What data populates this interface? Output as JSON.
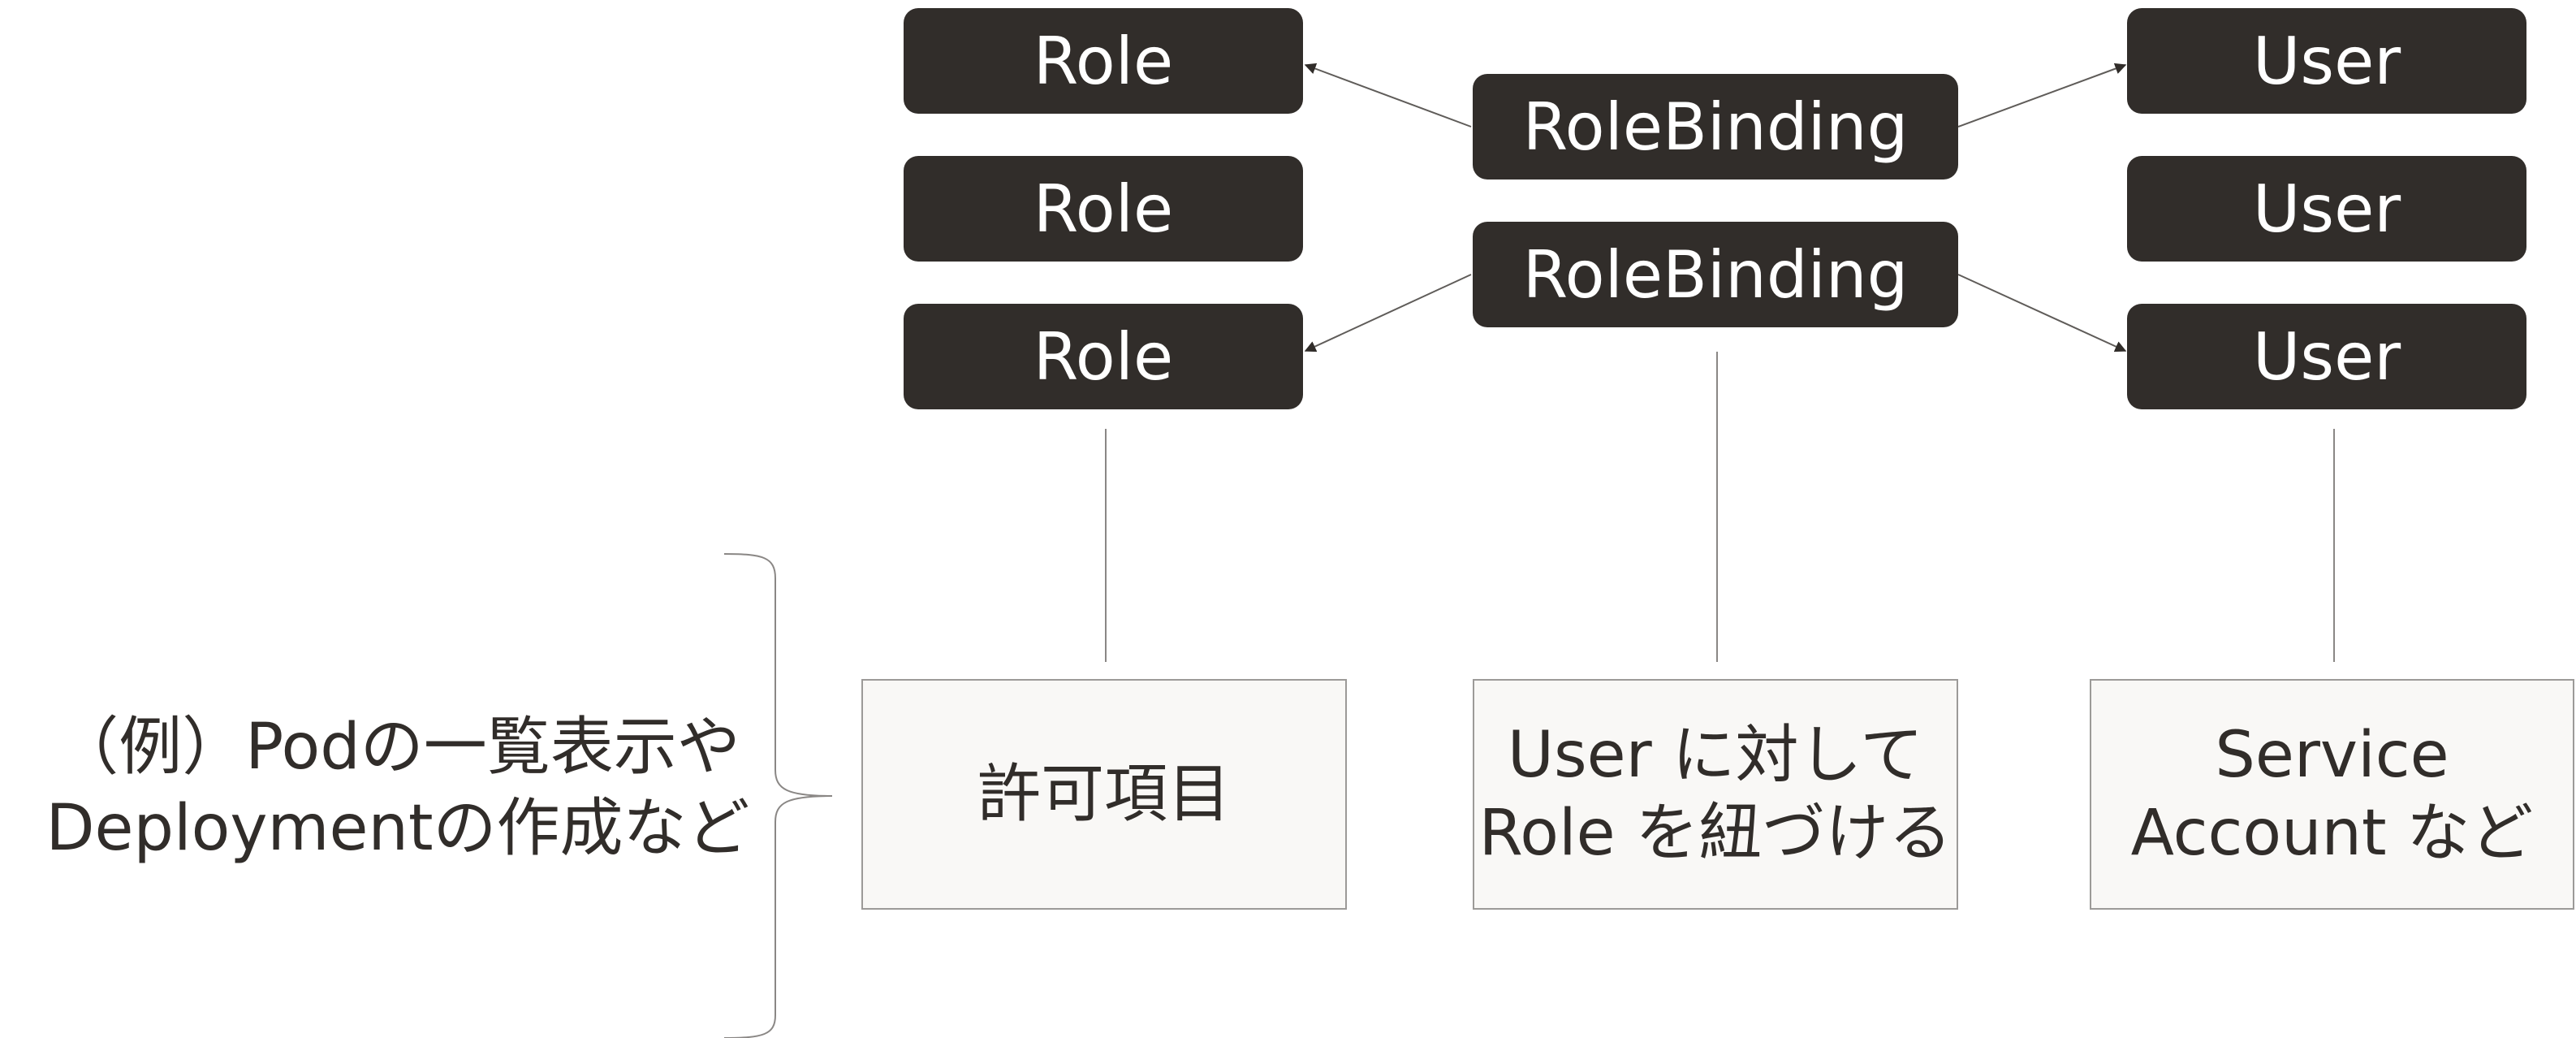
{
  "roles": [
    "Role",
    "Role",
    "Role"
  ],
  "bindings": [
    "RoleBinding",
    "RoleBinding"
  ],
  "users": [
    "User",
    "User",
    "User"
  ],
  "descriptions": {
    "role": [
      "許可項目"
    ],
    "binding": [
      "User に対して",
      "Role を紐づける"
    ],
    "user": [
      "Service",
      "Account など"
    ]
  },
  "example": [
    "（例）Podの一覧表示や",
    "Deploymentの作成など"
  ],
  "colors": {
    "node_fill": "#312d2a",
    "node_text": "#ffffff",
    "box_fill": "#f9f8f6",
    "box_border": "#9c9a98",
    "line": "#5f5c59",
    "text": "#312d2a"
  }
}
